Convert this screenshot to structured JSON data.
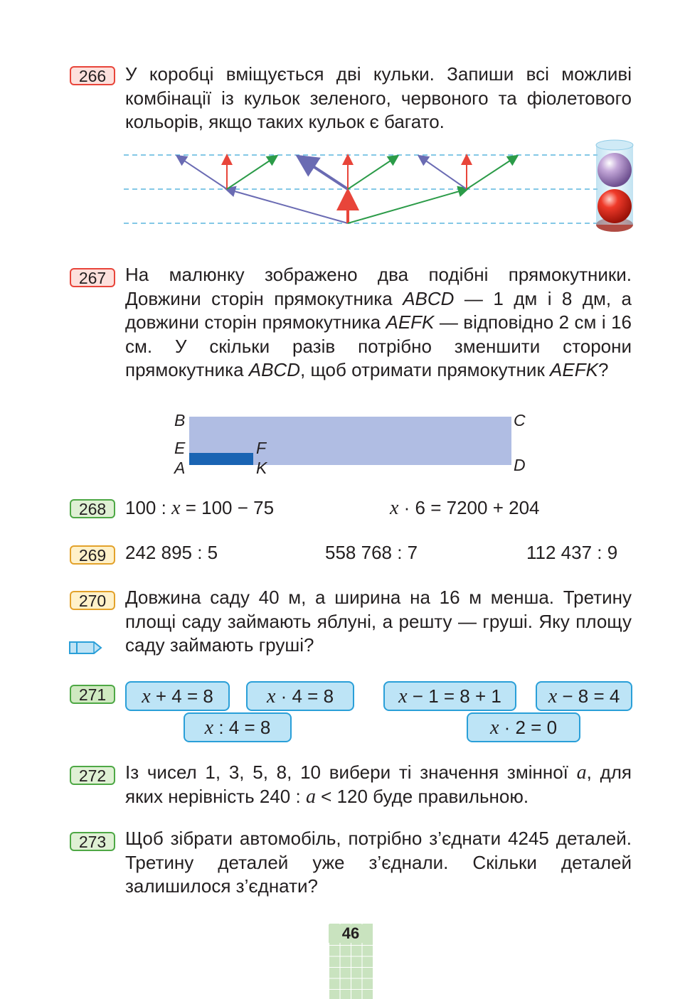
{
  "page_number": "46",
  "colors": {
    "red": "#e8453a",
    "green": "#4ea845",
    "yellow": "#e3a22b",
    "blue_box": "#bde4f6",
    "purple": "#6a6bb3"
  },
  "problems": {
    "p266": {
      "num": "266",
      "text": "У коробці вміщується дві кульки. Запиши всі можливі комбінації із кульок зеленого, червоного та фіолетового кольорів, якщо таких кульок є багато."
    },
    "p267": {
      "num": "267",
      "t1": "На малюнку зображено два подібні прямокутники. Довжини сторін прямокутника ",
      "abcd1": "ABCD",
      "t2": " — 1 дм і 8 дм, а довжини сторін прямокутника ",
      "aefk1": "AEFK",
      "t3": " — відповідно 2 см і 16 см. У скільки разів потрібно зменшити сторони прямокутника ",
      "abcd2": "ABCD",
      "t4": ", щоб отримати прямокутник ",
      "aefk2": "AEFK",
      "t5": "?",
      "labels": {
        "B": "B",
        "C": "C",
        "E": "E",
        "F": "F",
        "A": "A",
        "K": "K",
        "D": "D"
      }
    },
    "p268": {
      "num": "268",
      "eq1": {
        "a": "100 : ",
        "var": "x",
        "b": " = 100 − 75"
      },
      "eq2": {
        "var": "x",
        "b": " · 6 = 7200 + 204"
      }
    },
    "p269": {
      "num": "269",
      "items": [
        "242 895 : 5",
        "558 768 : 7",
        "112 437 : 9"
      ]
    },
    "p270": {
      "num": "270",
      "text": "Довжина саду 40 м, а ширина на 16 м менша. Третину площі саду займають яблуні, а решту — груші. Яку площу саду займають груші?"
    },
    "p271": {
      "num": "271",
      "boxes": [
        {
          "var": "x",
          "rest": " + 4 = 8"
        },
        {
          "var": "x",
          "rest": " · 4 = 8"
        },
        {
          "var": "x",
          "rest": " − 1 = 8 + 1"
        },
        {
          "var": "x",
          "rest": " − 8 = 4"
        },
        {
          "var": "x",
          "rest": " : 4 = 8"
        },
        {
          "var": "x",
          "rest": " · 2 = 0"
        }
      ]
    },
    "p272": {
      "num": "272",
      "t1": "Із чисел 1, 3, 5, 8, 10 вибери ті значення змінної ",
      "var1": "a",
      "t2": ", для яких нерівність 240 : ",
      "var2": "a",
      "t3": " < 120 буде правильною."
    },
    "p273": {
      "num": "273",
      "text": "Щоб зібрати автомобіль, потрібно з’єднати 4245 деталей. Третину деталей уже з’єднали. Скільки деталей залишилося з’єднати?"
    }
  }
}
